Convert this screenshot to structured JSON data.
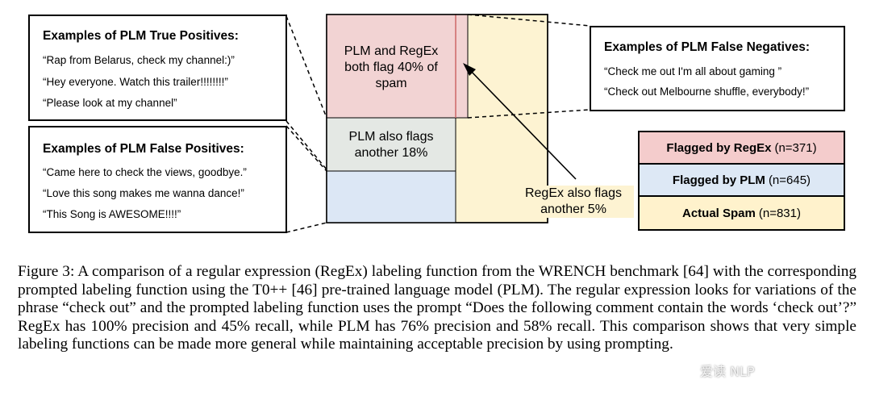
{
  "venn": {
    "region_top": "PLM and RegEx both flag 40% of spam",
    "region_top_lines": [
      "PLM and RegEx",
      "both flag 40% of",
      "spam"
    ],
    "region_mid_lines": [
      "PLM also flags",
      "another 18%"
    ],
    "regex_note_lines": [
      "RegEx also flags",
      "another 5%"
    ]
  },
  "true_positives": {
    "title": "Examples of PLM True Positives:",
    "examples": [
      "“Rap from Belarus, check my channel:)”",
      "“Hey everyone. Watch this trailer!!!!!!!!”",
      "“Please look at my channel”"
    ]
  },
  "false_positives": {
    "title": "Examples of PLM False Positives:",
    "examples": [
      "“Came here to check the views, goodbye.”",
      "“Love this song makes me wanna dance!”",
      "“This Song is AWESOME!!!!”"
    ]
  },
  "false_negatives": {
    "title": "Examples of PLM False Negatives:",
    "examples": [
      "“Check me out I'm all about gaming ”",
      "“Check out Melbourne shuffle, everybody!”"
    ]
  },
  "legend": [
    {
      "bold": "Flagged by RegEx",
      "rest": "(n=371)",
      "color": "#f4cccc"
    },
    {
      "bold": "Flagged by PLM",
      "rest": "(n=645)",
      "color": "#dde8f5"
    },
    {
      "bold": "Actual Spam",
      "rest": "(n=831)",
      "color": "#fff2cc"
    }
  ],
  "colors": {
    "regex": "#f2d3d3",
    "plm_overlap": "#e4e8e4",
    "plm": "#dce7f5",
    "spam": "#fdf3d2"
  },
  "caption": "Figure 3: A comparison of a regular expression (RegEx) labeling function from the WRENCH benchmark [64] with the corresponding prompted labeling function using the T0++ [46] pre-trained language model (PLM). The regular expression looks for variations of the phrase “check out” and the prompted labeling function uses the prompt “Does the following comment contain the words ‘check out’?” RegEx has 100% precision and 45% recall, while PLM has 76% precision and 58% recall. This comparison shows that very simple labeling functions can be made more general while maintaining acceptable precision by using prompting.",
  "watermark": "爱读 NLP"
}
